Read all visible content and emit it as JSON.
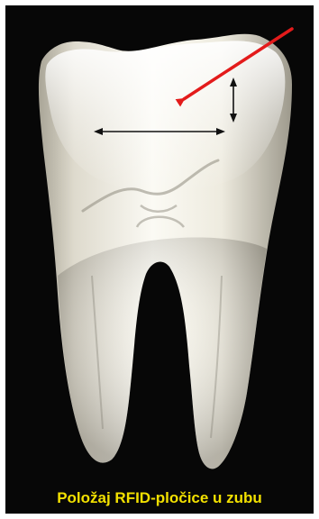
{
  "caption": "Položaj RFID-pločice u zubu",
  "colors": {
    "background": "#070707",
    "caption": "#f2e000",
    "pointer_arrow": "#e31b1b",
    "dimension_arrows": "#111111",
    "tooth_light": "#fbfaf4",
    "tooth_shadow": "#9a968a"
  },
  "icons": {
    "tooth": "molar-tooth-illustration",
    "pointer": "red-arrow-icon",
    "width_marker": "double-headed-horizontal-arrow",
    "height_marker": "double-headed-vertical-arrow"
  }
}
